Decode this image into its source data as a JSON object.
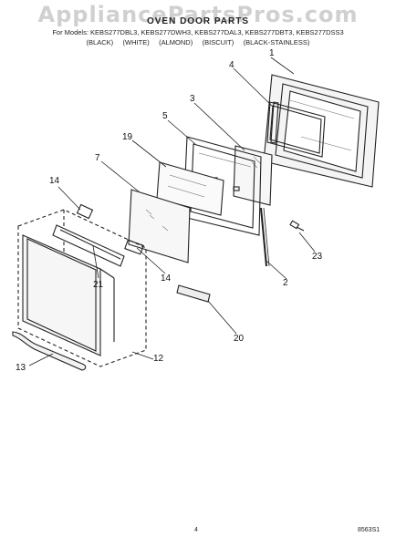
{
  "watermark": "AppliancePartsPros.com",
  "header": {
    "title": "OVEN DOOR PARTS",
    "models_line": "For Models: KEBS277DBL3, KEBS277DWH3, KEBS277DAL3, KEBS277DBT3, KEBS277DSS3",
    "colors_line": "(BLACK)     (WHITE)     (ALMOND)     (BISCUIT)     (BLACK-STAINLESS)"
  },
  "callouts": [
    "1",
    "4",
    "3",
    "5",
    "19",
    "7",
    "14",
    "14",
    "21",
    "2",
    "23",
    "20",
    "13",
    "12"
  ],
  "footer": {
    "page_number": "4",
    "code": "8563S1"
  }
}
